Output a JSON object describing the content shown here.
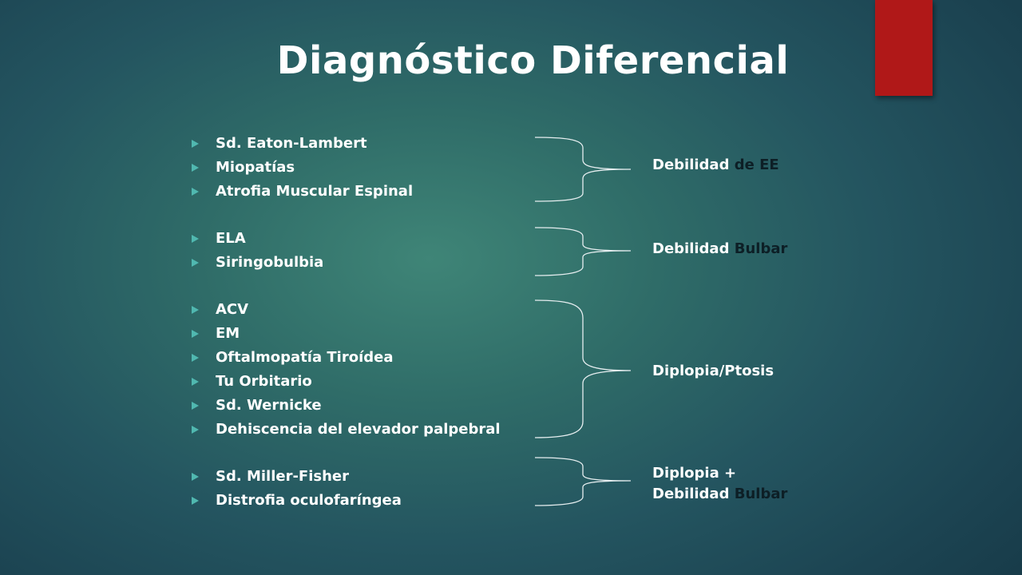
{
  "slide": {
    "title": "Diagnóstico Diferencial",
    "accent_color": "#b01818",
    "bullet_icon": "triangle-right-icon",
    "bullet_color": "#50b8b0"
  },
  "groups": [
    {
      "items": [
        "Sd. Eaton-Lambert",
        "Miopatías",
        "Atrofia Muscular Espinal"
      ],
      "label_lines": [
        {
          "light": "Debilidad",
          "dark": " de EE"
        }
      ]
    },
    {
      "items": [
        "ELA",
        "Siringobulbia"
      ],
      "label_lines": [
        {
          "light": "Debilidad",
          "dark": " Bulbar"
        }
      ]
    },
    {
      "items": [
        "ACV",
        "EM",
        "Oftalmopatía Tiroídea",
        "Tu Orbitario",
        "Sd. Wernicke",
        "Dehiscencia del elevador palpebral"
      ],
      "label_lines": [
        {
          "light": "Diplopia/Ptosis",
          "dark": ""
        }
      ]
    },
    {
      "items": [
        "Sd. Miller-Fisher",
        "Distrofia oculofaríngea"
      ],
      "label_lines": [
        {
          "light": "Diplopia +",
          "dark": ""
        },
        {
          "light": "Debilidad",
          "dark": " Bulbar"
        }
      ]
    }
  ]
}
